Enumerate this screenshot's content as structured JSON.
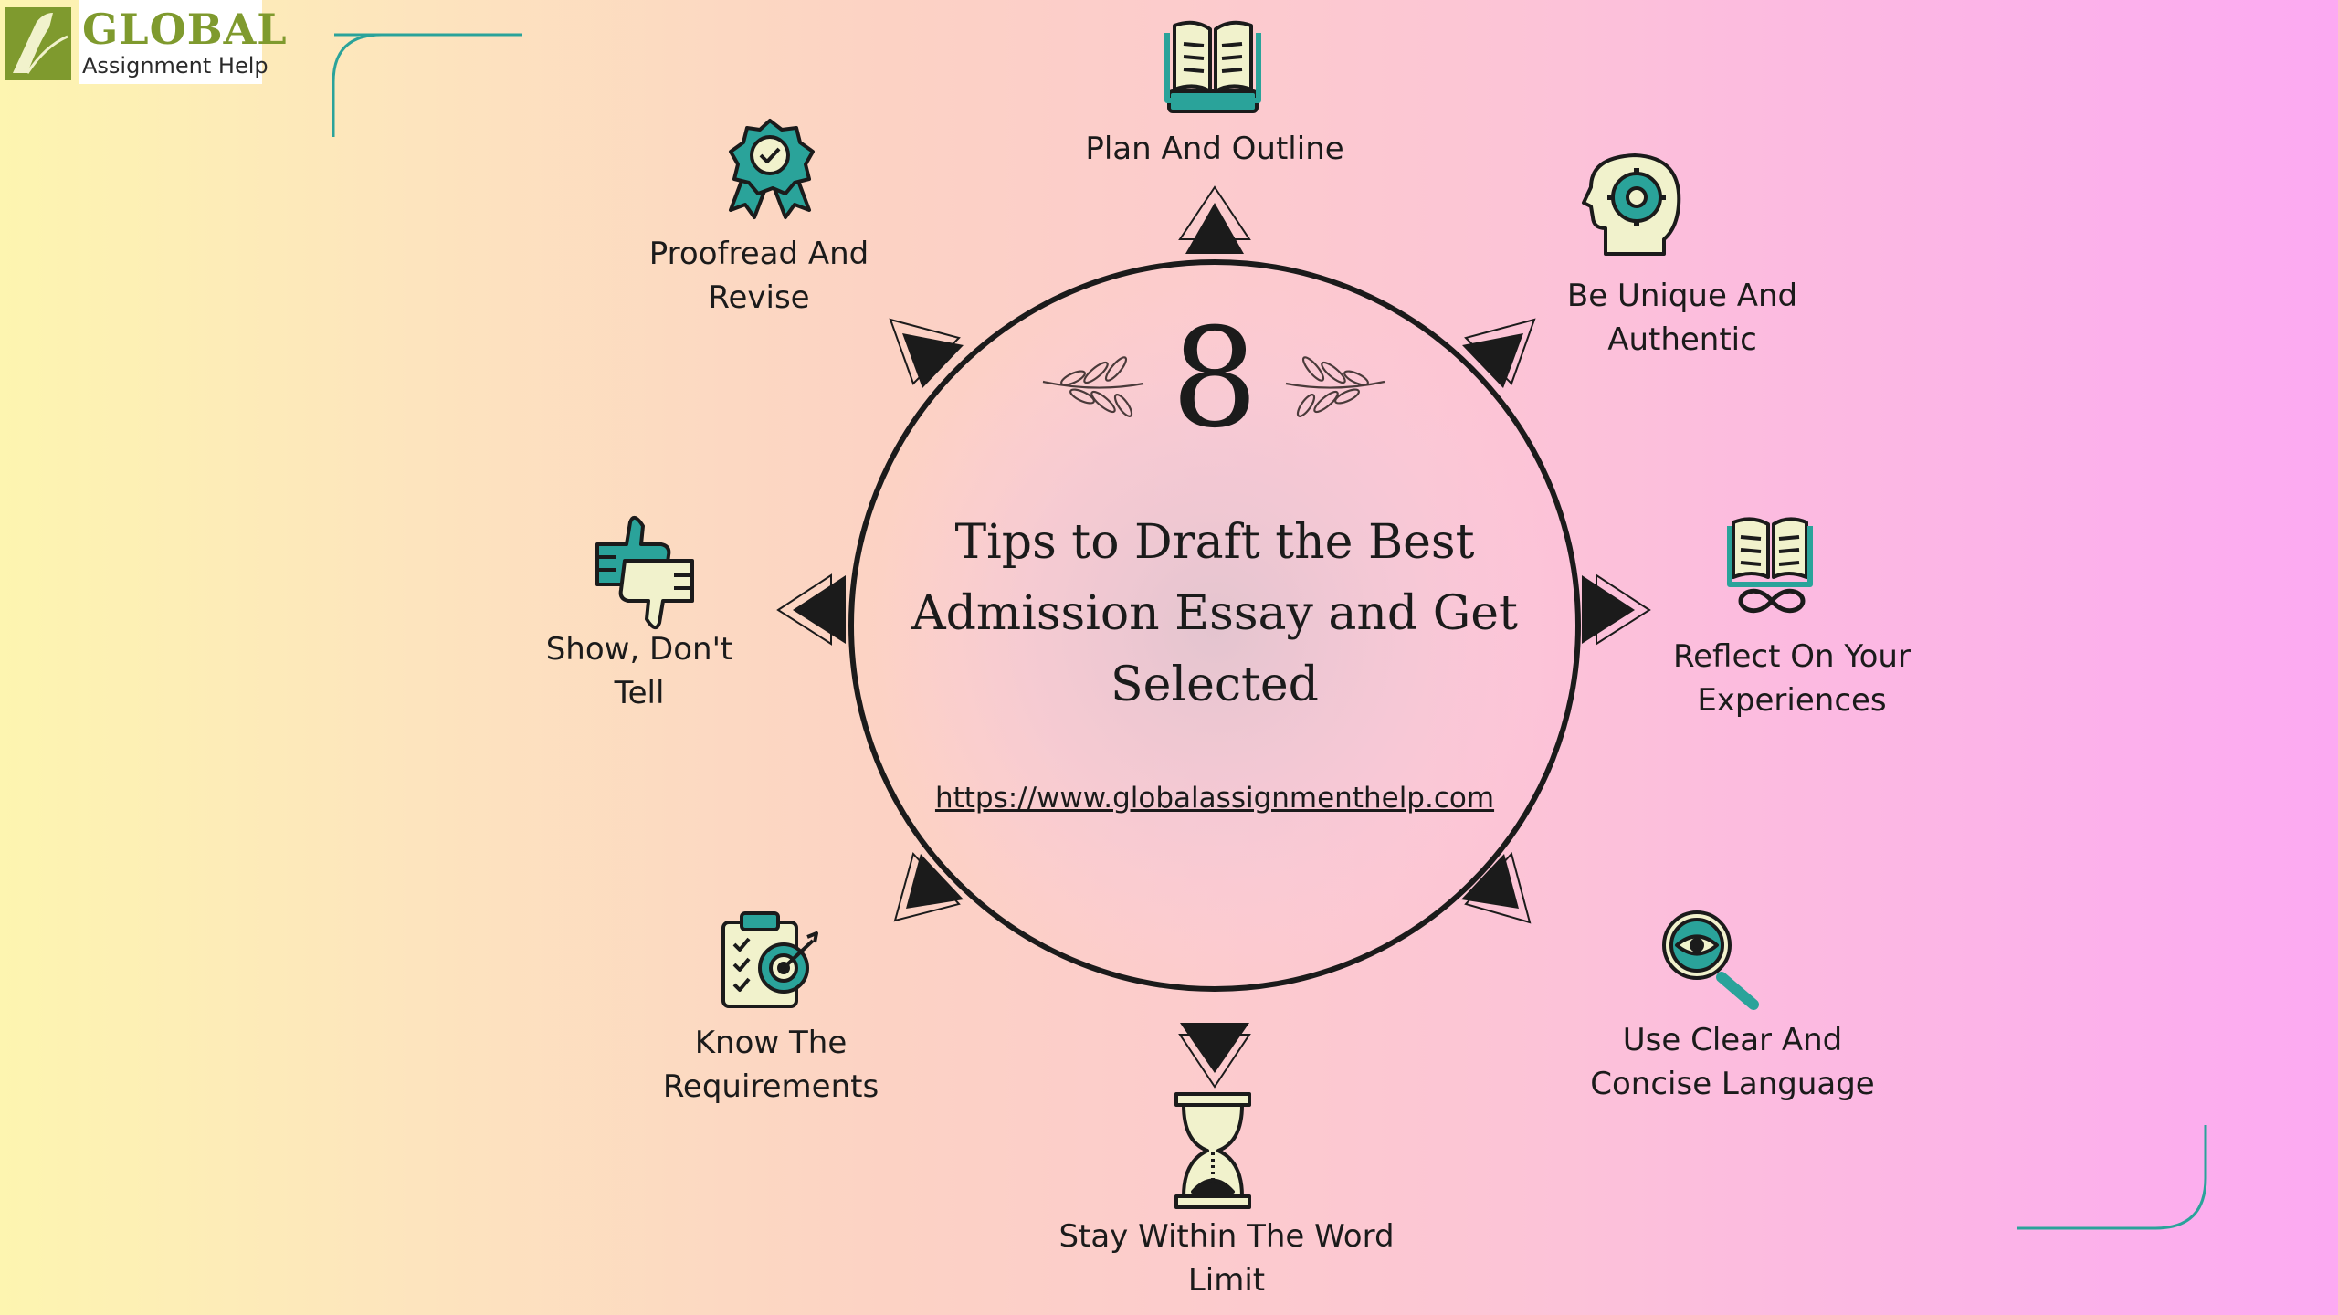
{
  "brand": {
    "name": "GLOBAL",
    "sub": "Assignment Help",
    "colors": {
      "teal": "#2aa39a",
      "olive": "#7f9a2e",
      "cream": "#f1f2cc",
      "ink": "#1b1b1b"
    }
  },
  "center": {
    "number": "8",
    "title_lines": [
      "Tips to Draft the Best",
      "Admission Essay and Get",
      "Selected"
    ],
    "url": "https://www.globalassignmenthelp.com"
  },
  "tips": [
    {
      "icon": "open-book-icon",
      "lines": [
        "Plan And Outline"
      ]
    },
    {
      "icon": "head-gear-icon",
      "lines": [
        "Be Unique And",
        "Authentic"
      ]
    },
    {
      "icon": "book-infinity-icon",
      "lines": [
        "Reflect On Your",
        "Experiences"
      ]
    },
    {
      "icon": "magnifier-eye-icon",
      "lines": [
        "Use Clear And",
        "Concise Language"
      ]
    },
    {
      "icon": "hourglass-icon",
      "lines": [
        "Stay Within The Word",
        "Limit"
      ]
    },
    {
      "icon": "clipboard-target-icon",
      "lines": [
        "Know The",
        "Requirements"
      ]
    },
    {
      "icon": "thumbs-up-down-icon",
      "lines": [
        "Show, Don't",
        "Tell"
      ]
    },
    {
      "icon": "award-badge-icon",
      "lines": [
        "Proofread And",
        "Revise"
      ]
    }
  ]
}
